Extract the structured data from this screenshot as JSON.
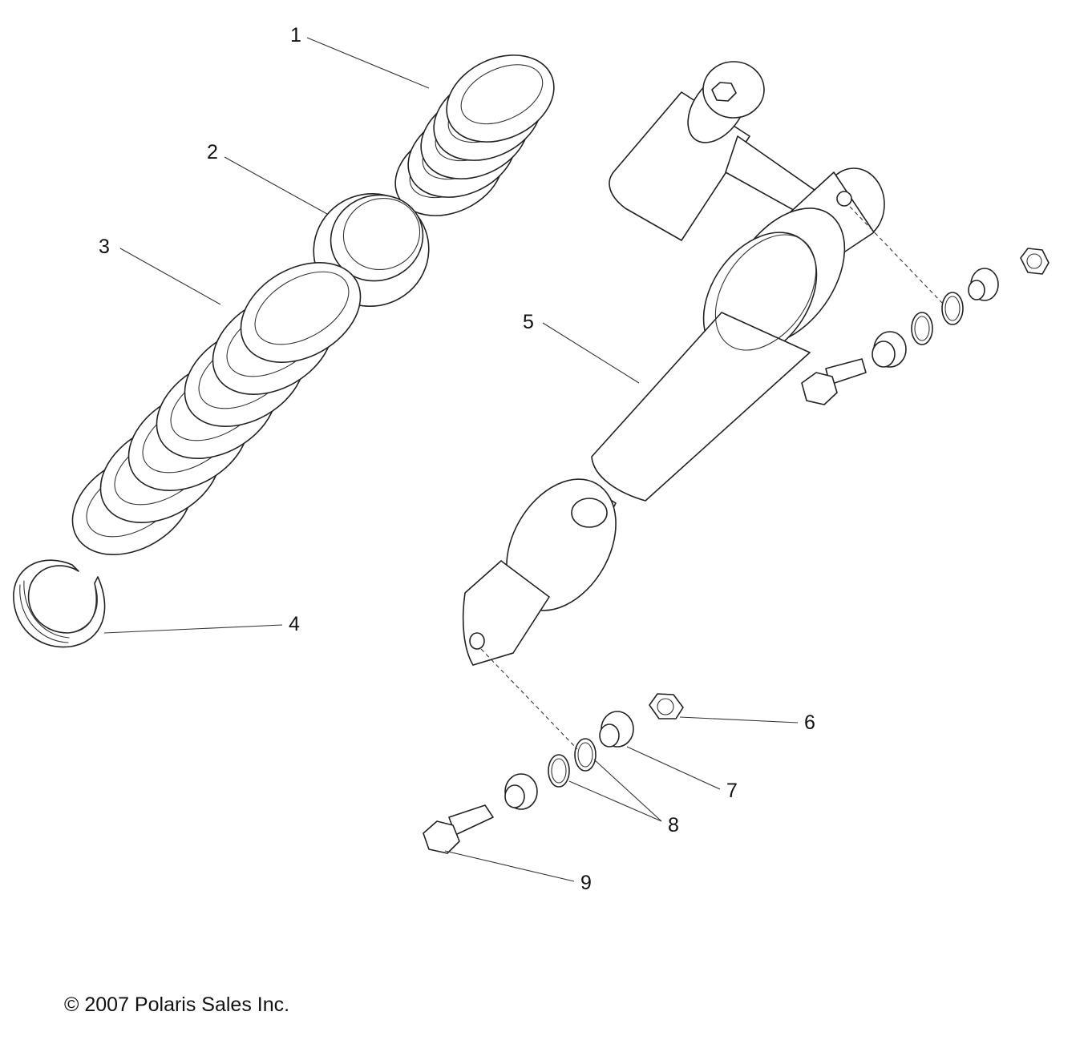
{
  "callouts": {
    "c1": "1",
    "c2": "2",
    "c3": "3",
    "c4": "4",
    "c5": "5",
    "c6": "6",
    "c7": "7",
    "c8": "8",
    "c9": "9"
  },
  "copyright": {
    "symbol": "©",
    "text": "2007 Polaris Sales Inc."
  }
}
